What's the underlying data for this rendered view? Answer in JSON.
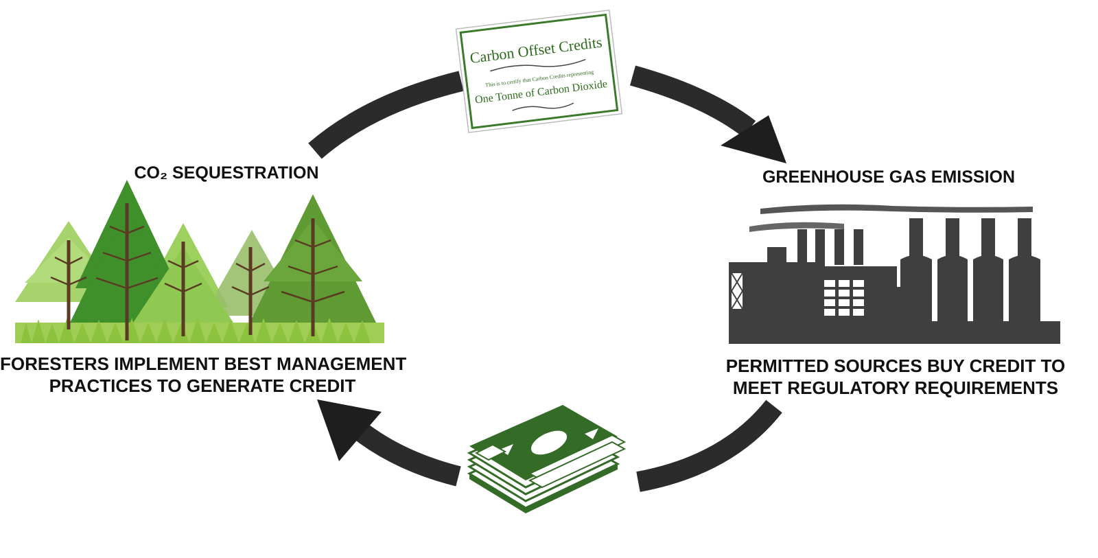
{
  "labels": {
    "co2_sequestration": "CO₂ SEQUESTRATION",
    "greenhouse_gas_emission": "GREENHOUSE GAS EMISSION",
    "foresters_line1": "FORESTERS IMPLEMENT BEST MANAGEMENT",
    "foresters_line2": "PRACTICES TO GENERATE CREDIT",
    "permitted_line1": "PERMITTED SOURCES BUY CREDIT TO",
    "permitted_line2": "MEET REGULATORY REQUIREMENTS"
  },
  "certificate": {
    "title": "Carbon Offset Credits",
    "subtitle": "This is to certify that Carbon Credits representing",
    "body": "One Tonne of Carbon Dioxide"
  },
  "icons": {
    "forest": "forest-icon",
    "factory": "factory-icon",
    "certificate": "certificate-icon",
    "money": "money-stack-icon"
  },
  "colors": {
    "arrow": "#2b2b2b",
    "certificate_text": "#2e6b1e",
    "money": "#336b27",
    "factory": "#3f3f3f"
  }
}
